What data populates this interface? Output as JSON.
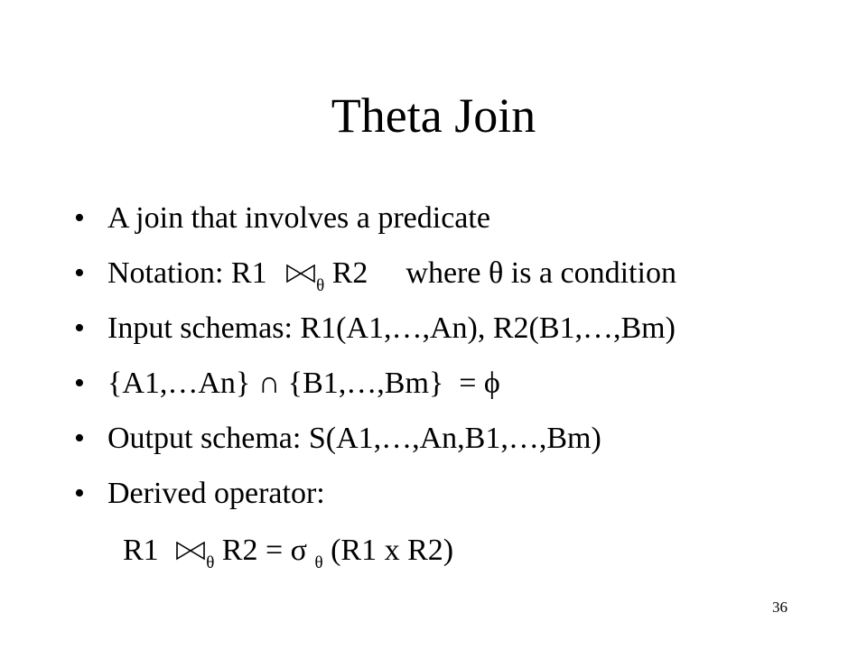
{
  "title": "Theta Join",
  "bullets": [
    {
      "text": "A join that involves a predicate"
    },
    {
      "before": "Notation: R1",
      "theta": "θ",
      "after": "R2",
      "where": "where θ is a condition"
    },
    {
      "text": "Input schemas: R1(A1,…,An), R2(B1,…,Bm)"
    },
    {
      "text": "{A1,…An} ∩ {B1,…,Bm}  = ϕ"
    },
    {
      "text": "Output schema: S(A1,…,An,B1,…,Bm)"
    },
    {
      "text": "Derived operator:"
    }
  ],
  "bullet_symbol": "•",
  "formula": {
    "r1": "R1",
    "theta": "θ",
    "eq": "R2 = σ",
    "theta2": "θ",
    "rest": "(R1 x R2)"
  },
  "slide_number": "36",
  "icons": {
    "join": "bowtie-join-icon"
  }
}
